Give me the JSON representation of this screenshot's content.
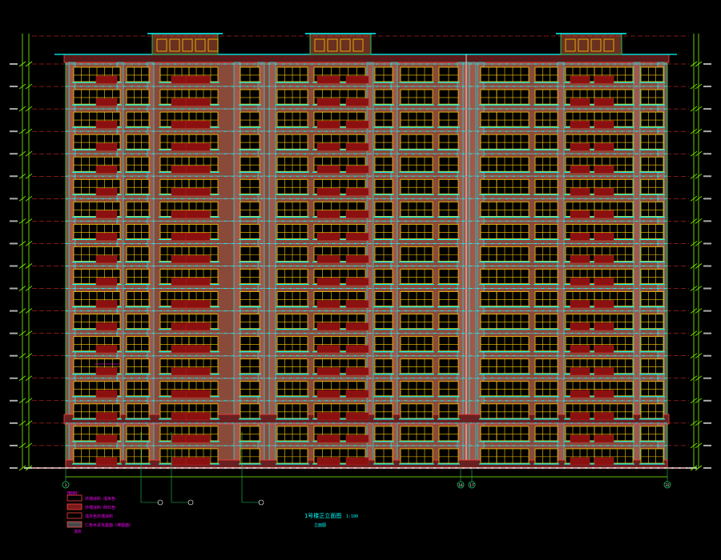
{
  "drawing": {
    "title": "1号楼正立面图",
    "scale": "1:100",
    "subtitle": "立面图",
    "floor_count": 18,
    "colors": {
      "background": "#000000",
      "outline": "#22c55e",
      "glazing": "#00ffff",
      "window_frame": "#ffcc00",
      "wall": "#8a4a3a",
      "panel": "#8b1010",
      "dimension": "#7fff00",
      "level_line": "#ff3030",
      "leader": "#ff00ff"
    }
  },
  "axes": {
    "bubbles": [
      "1",
      "16",
      "17",
      "32"
    ]
  },
  "legend": {
    "heading": "图例：",
    "items": [
      {
        "text": "外墙涂料  浅米色",
        "color": "#ff4040",
        "fill": "#000000"
      },
      {
        "text": "外墙涂料  砖红色",
        "color": "#ff4040",
        "fill": "#7a1a1a"
      },
      {
        "text": "浅灰色外墙涂料",
        "color": "#ff4040",
        "fill": "#000000"
      },
      {
        "text": "仁色水泥瓦屋面（坡屋面）",
        "color": "#ff4040",
        "fill": "#3a3a3a"
      }
    ],
    "extra": "浅灰"
  }
}
